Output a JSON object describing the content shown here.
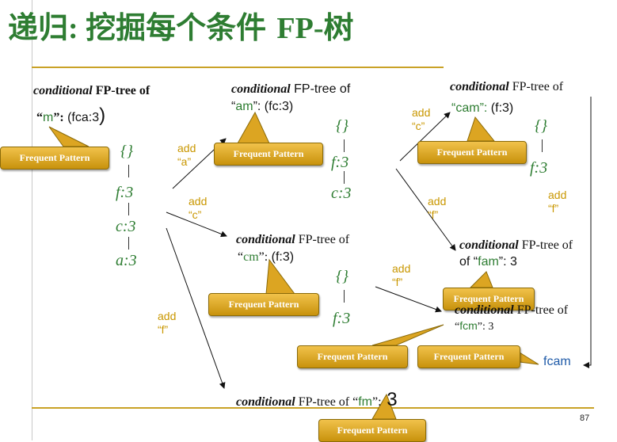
{
  "title": {
    "cjk_1": "递归",
    "colon": ": ",
    "cjk_2": "挖掘每个条件 ",
    "latin": "FP-",
    "cjk_3": "树"
  },
  "badge_label": "Frequent Pattern",
  "page_number": "87",
  "trees": {
    "m": {
      "h_it": "conditional",
      "h_rest": " FP-tree of",
      "q_open": "“",
      "pattern": "m",
      "q_close": "”:",
      "cond": " (fca:3",
      "cond_close": ")",
      "root": "{}",
      "nodes": [
        "f:3",
        "c:3",
        "a:3"
      ]
    },
    "am": {
      "h_it": "conditional",
      "h_rest": " FP-tree of",
      "q_open": "“",
      "pattern": "am",
      "q_close": "”:",
      "cond": " (fc:3)",
      "root": "{}",
      "nodes": [
        "f:3",
        "c:3"
      ]
    },
    "cm": {
      "h_it": "conditional",
      "h_rest": " FP-tree of",
      "q_open": "“",
      "pattern": "cm",
      "q_close": "”:",
      "cond": " (f:3)",
      "root": "{}",
      "nodes": [
        "f:3"
      ]
    },
    "cam": {
      "h_it": "conditional",
      "h_rest": " FP-tree of",
      "q_open": "“",
      "pattern": "cam",
      "q_close": "”:",
      "cond": " (f:3)",
      "root": "{}",
      "nodes": [
        "f:3"
      ]
    },
    "fam": {
      "h_it": "conditional",
      "h_rest": " FP-tree of",
      "of": "of ",
      "q_open": "“",
      "pattern": "fam",
      "q_close": "”:",
      "cond": " 3"
    },
    "fcm": {
      "h_it": "conditional",
      "h_rest": " FP-tree of",
      "q_open": "“",
      "pattern": "fcm",
      "q_close": "”:",
      "cond": " 3"
    },
    "fm": {
      "h_it": "conditional",
      "h_rest": " FP-tree of ",
      "q_open": "“",
      "pattern": "fm",
      "q_close": "”:",
      "cond": " 3"
    }
  },
  "add_labels": {
    "a": [
      "add",
      "“a”"
    ],
    "c": [
      "add",
      "“c”"
    ],
    "f": [
      "add",
      "“f”"
    ]
  },
  "final_pattern": "fcam",
  "colors": {
    "title": "#2e7d32",
    "node": "#2e7d32",
    "add": "#c99700",
    "badge": "#dca522",
    "rule": "#c9a227"
  }
}
